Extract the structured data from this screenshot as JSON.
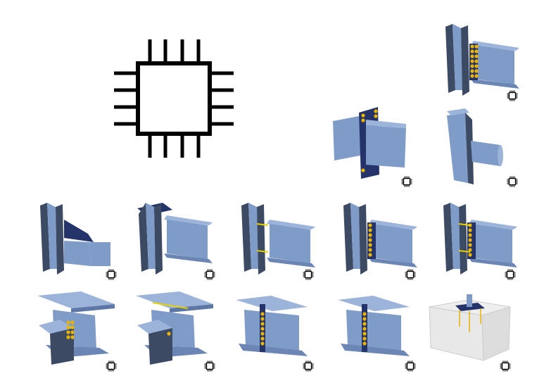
{
  "colors": {
    "steel": "#7f9bc8",
    "steel_dark": "#3d4a63",
    "plate": "#24336a",
    "bolt": "#e8b400",
    "weld": "#e6d200",
    "chip": "#000000"
  },
  "icons": {
    "main": "chip-icon",
    "badge": "chip-icon"
  },
  "tiles": [
    {
      "kind": "column-beam-bolted"
    },
    {
      "kind": "tube-end-plate"
    },
    {
      "kind": "tube-to-tube"
    },
    {
      "kind": "haunch"
    },
    {
      "kind": "column-cap-beam"
    },
    {
      "kind": "column-beam-stiffeners"
    },
    {
      "kind": "column-beam-end-plate"
    },
    {
      "kind": "column-beam-fin-plate"
    },
    {
      "kind": "beam-to-beam-bolted"
    },
    {
      "kind": "beam-to-beam-welded"
    },
    {
      "kind": "beam-splice"
    },
    {
      "kind": "beam-splice-bolted"
    },
    {
      "kind": "base-plate"
    }
  ]
}
